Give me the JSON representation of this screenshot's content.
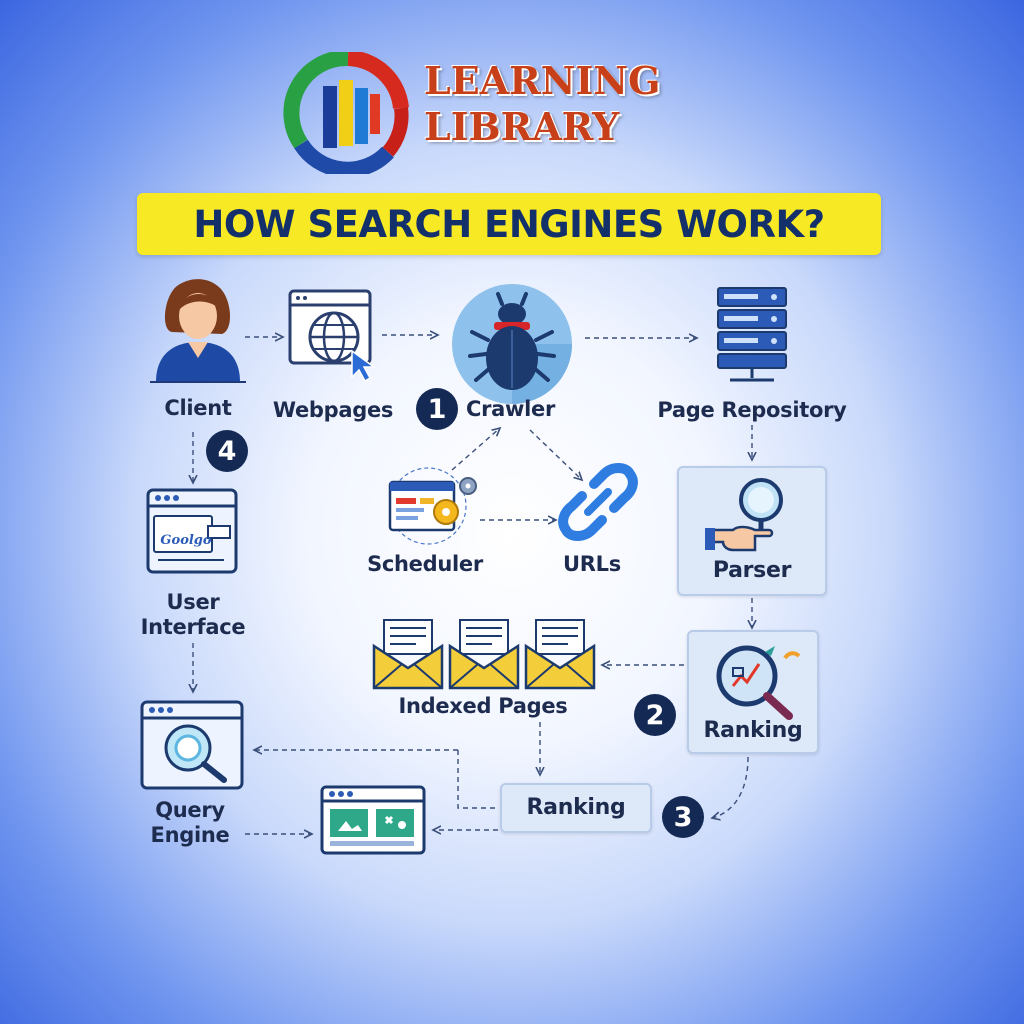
{
  "brand": {
    "line1": "LEARNING",
    "line2": "LIBRARY",
    "logo_icon": "learning-library-logo"
  },
  "title": "HOW SEARCH ENGINES WORK?",
  "nodes": {
    "client": {
      "label": "Client",
      "icon": "person-icon"
    },
    "webpages": {
      "label": "Webpages",
      "icon": "globe-browser-icon"
    },
    "crawler": {
      "label": "Crawler",
      "icon": "bug-icon"
    },
    "page_repository": {
      "label": "Page Repository",
      "icon": "server-icon"
    },
    "scheduler": {
      "label": "Scheduler",
      "icon": "browser-gears-icon"
    },
    "urls": {
      "label": "URLs",
      "icon": "chain-link-icon"
    },
    "parser": {
      "label": "Parser",
      "icon": "hand-magnifier-icon"
    },
    "user_interface": {
      "label_line1": "User",
      "label_line2": "Interface",
      "icon": "browser-search-icon",
      "browser_text": "Goolgo"
    },
    "indexed_pages": {
      "label": "Indexed Pages",
      "icon": "envelope-icon"
    },
    "ranking_box": {
      "label": "Ranking",
      "icon": "magnifier-chart-icon"
    },
    "ranking_center": {
      "label": "Ranking"
    },
    "query_engine": {
      "label_line1": "Query",
      "label_line2": "Engine",
      "icon": "browser-magnifier-icon"
    },
    "results": {
      "icon": "browser-results-icon"
    }
  },
  "badges": [
    "1",
    "2",
    "3",
    "4"
  ],
  "colors": {
    "accent_yellow": "#f7ea25",
    "title_navy": "#14306b",
    "brand_orange": "#c8401a",
    "badge_navy": "#142a55",
    "icon_blue": "#2b5bb6",
    "arrow": "#3a4f7a"
  }
}
